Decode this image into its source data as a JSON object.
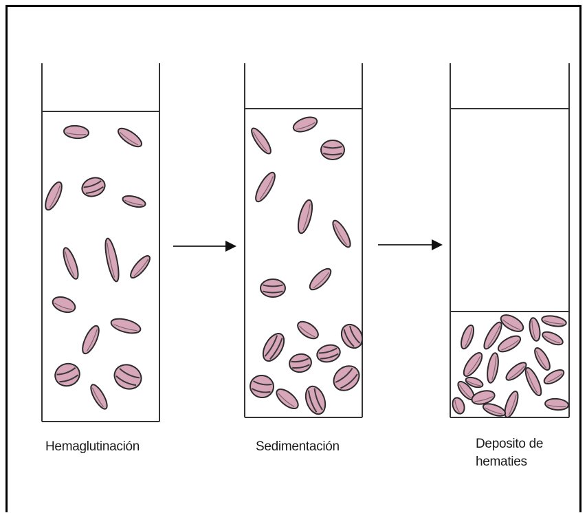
{
  "captions": {
    "hemagglutination": "Hemaglutinación",
    "sedimentation": "Sedimentación",
    "deposit_line1": "Deposito de",
    "deposit_line2": "hematies"
  },
  "colors": {
    "cell_fill": "#d7a6b9",
    "cell_stroke": "#2b2b2b",
    "line": "#333333"
  }
}
